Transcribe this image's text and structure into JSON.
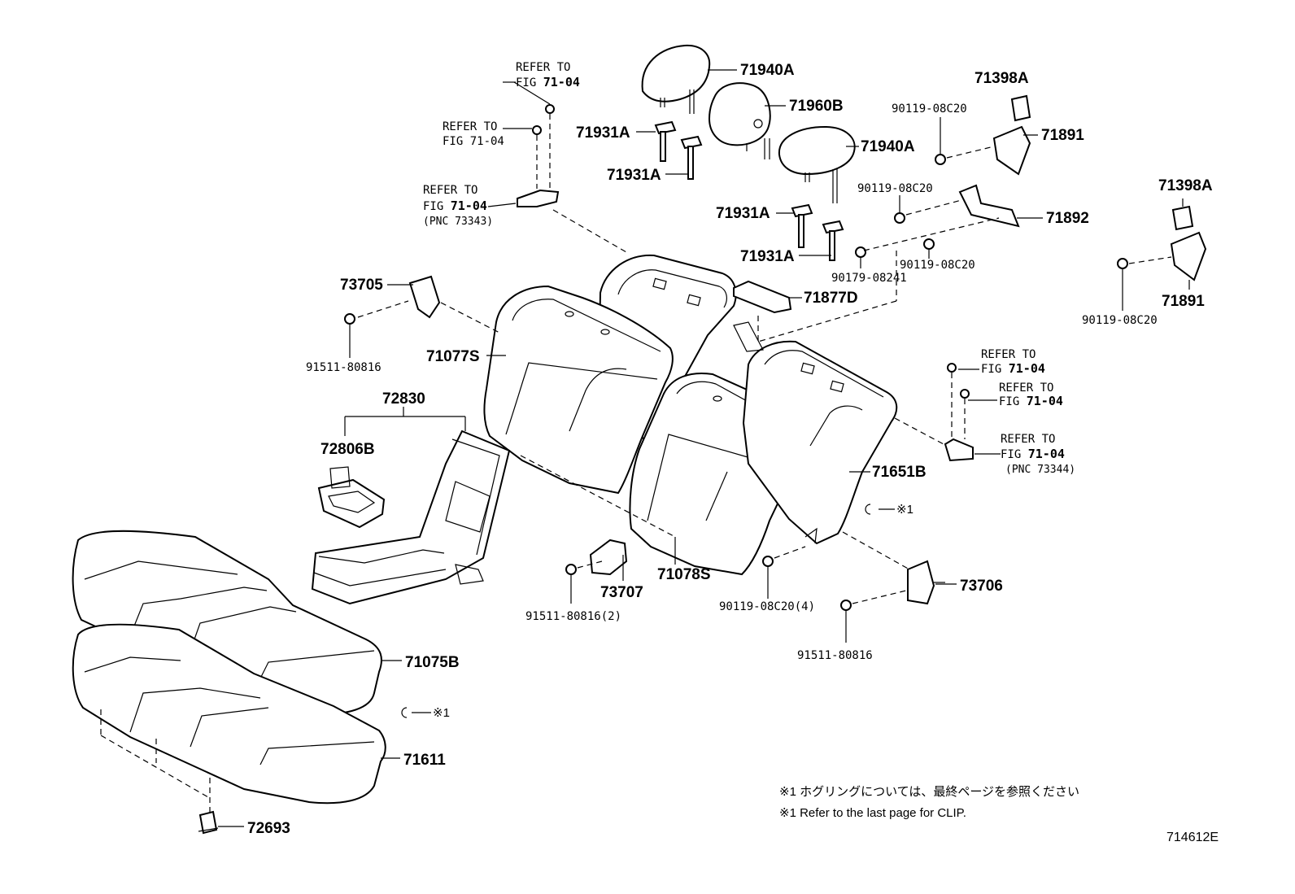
{
  "diagram": {
    "figure_id": "714612E",
    "notes": {
      "jp": "※1 ホグリングについては、最終ページを参照ください",
      "en": "※1 Refer to the last page for CLIP."
    },
    "clip_mark": "※1",
    "part_labels": {
      "p71940A_top": "71940A",
      "p71960B": "71960B",
      "p71940A_mid": "71940A",
      "p71931A_1": "71931A",
      "p71931A_2": "71931A",
      "p71931A_3": "71931A",
      "p71931A_4": "71931A",
      "p71398A_top": "71398A",
      "p90119_a": "90119-08C20",
      "p71891_top": "71891",
      "p90119_b": "90119-08C20",
      "p71892": "71892",
      "p90119_c": "90119-08C20",
      "p90179": "90179-08241",
      "p71398A_right": "71398A",
      "p71891_right": "71891",
      "p90119_d": "90119-08C20",
      "p71877D": "71877D",
      "p73705": "73705",
      "p91511_a": "91511-80816",
      "p71077S": "71077S",
      "p72830": "72830",
      "p72806B": "72806B",
      "p71651B": "71651B",
      "p73707": "73707",
      "p91511_b": "91511-80816(2)",
      "p71078S": "71078S",
      "p90119_e": "90119-08C20(4)",
      "p73706": "73706",
      "p91511_c": "91511-80816",
      "p71075B": "71075B",
      "p71611": "71611",
      "p72693": "72693"
    },
    "references": {
      "refer_to": "REFER TO",
      "fig_7104": "FIG 71-04",
      "fig_prefix": "FIG",
      "fig_num": "71-04",
      "pnc_73343": "(PNC 73343)",
      "pnc_73344": "(PNC 73344)"
    }
  }
}
